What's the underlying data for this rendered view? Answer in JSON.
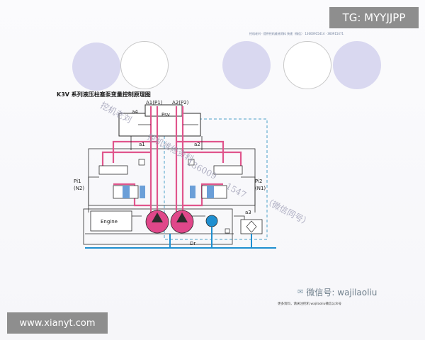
{
  "top_badge": "TG: MYYJJPP",
  "bottom_badge": "www.xianyt.com",
  "header_note": "挖机老刘 · 提供挖机维修资料 快速（微信） 13600915414 · 360915471",
  "title": "K3V 系列液压柱塞泵变量控制原理图",
  "labels": {
    "a4": "a4",
    "a1p1": "A1(P1)",
    "a2p2": "A2(P2)",
    "psv": "Psv",
    "a1": "a1",
    "a2": "a2",
    "pi1": "Pi1",
    "n2": "(N2)",
    "pi2": "Pi2",
    "n1": "(N1)",
    "engine": "Engine",
    "a3": "a3",
    "dr": "Dr"
  },
  "watermark": {
    "part1": "挖机老刘",
    "part2": "挖机维修资料",
    "part3": "136009",
    "part4": "1547",
    "part5": "（微信同号）"
  },
  "wechat_id": "微信号: wajilaoliu",
  "footer_note": "更多资料，请关注挖机 wajilaoliu微信公众号",
  "colors": {
    "pink": "#e0558c",
    "blue": "#1f8fd0",
    "dark": "#2b2b2b",
    "pump": "#e0478a",
    "control_blue": "#6b9fd8",
    "dashed": "#4aa0c8"
  }
}
